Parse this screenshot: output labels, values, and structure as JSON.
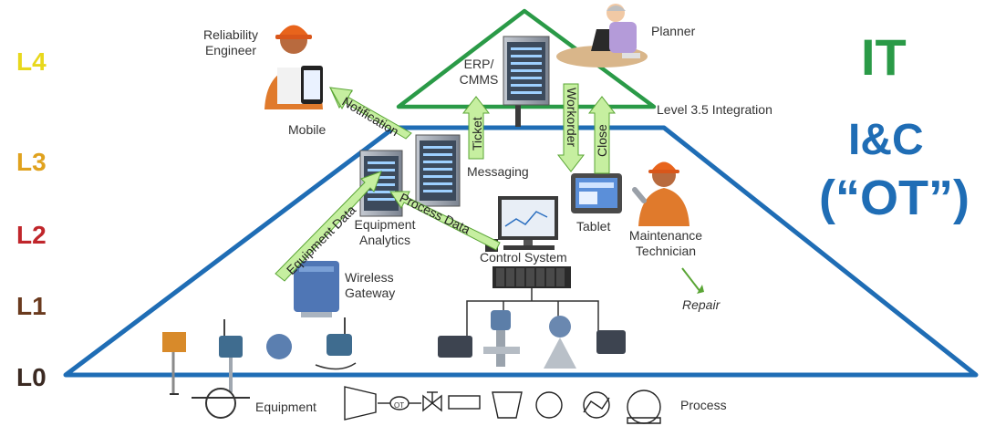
{
  "levels": [
    {
      "label": "L4",
      "color": "#e8d81c"
    },
    {
      "label": "L3",
      "color": "#e0a21e"
    },
    {
      "label": "L2",
      "color": "#c0262b"
    },
    {
      "label": "L1",
      "color": "#6a3a1e"
    },
    {
      "label": "L0",
      "color": "#3b2a22"
    }
  ],
  "domains": {
    "it": "IT",
    "ic": "I&C",
    "ot": "(“OT”)"
  },
  "roles": {
    "reliability_engineer": [
      "Reliability",
      "Engineer"
    ],
    "planner": "Planner",
    "maintenance_technician": [
      "Maintenance",
      "Technician"
    ]
  },
  "systems": {
    "erp": [
      "ERP/",
      "CMMS"
    ],
    "mobile": "Mobile",
    "messaging": "Messaging",
    "equipment_analytics": [
      "Equipment",
      "Analytics"
    ],
    "tablet": "Tablet",
    "control_system": "Control System",
    "wireless_gateway": [
      "Wireless",
      "Gateway"
    ],
    "level_integration": "Level 3.5 Integration"
  },
  "flows": {
    "notification": "Notification",
    "ticket": "Ticket",
    "workorder": "Workorder",
    "close": "Close",
    "equipment_data": "Equipment Data",
    "process_data": "Process Data"
  },
  "annotations": {
    "repair": "Repair",
    "equipment": "Equipment",
    "process": "Process",
    "ot_tag": "OT"
  },
  "colors": {
    "pyramid_blue": "#1f6db5",
    "it_green": "#2a9a47",
    "arrow_fill": "#c6efa0",
    "arrow_stroke": "#5aa535",
    "ic_blue": "#1f6db5"
  }
}
